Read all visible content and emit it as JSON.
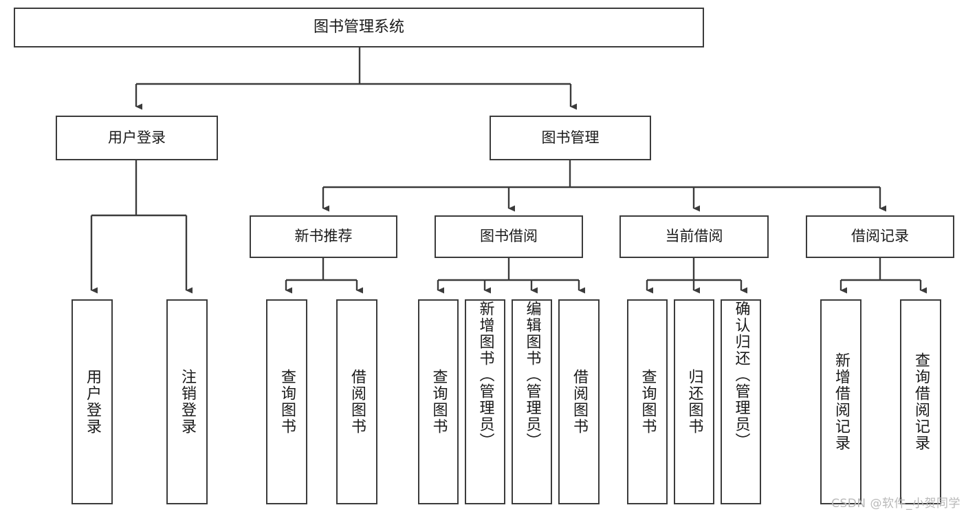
{
  "diagram": {
    "title_node": {
      "label": "图书管理系统"
    },
    "level2": [
      {
        "id": "user-login",
        "label": "用户登录"
      },
      {
        "id": "book-management",
        "label": "图书管理"
      }
    ],
    "level3": [
      {
        "id": "new-book-recommend",
        "label": "新书推荐"
      },
      {
        "id": "book-borrow",
        "label": "图书借阅"
      },
      {
        "id": "current-borrow",
        "label": "当前借阅"
      },
      {
        "id": "borrow-record",
        "label": "借阅记录"
      }
    ],
    "leaves": [
      {
        "id": "leaf-user-login",
        "label": "用户登录",
        "parent": "user-login"
      },
      {
        "id": "leaf-user-logout",
        "label": "注销登录",
        "parent": "user-login"
      },
      {
        "id": "leaf-query-book-1",
        "label": "查询图书",
        "parent": "new-book-recommend"
      },
      {
        "id": "leaf-borrow-book-1",
        "label": "借阅图书",
        "parent": "new-book-recommend"
      },
      {
        "id": "leaf-query-book-2",
        "label": "查询图书",
        "parent": "book-borrow"
      },
      {
        "id": "leaf-add-book",
        "label": "新增图书（管理员）",
        "parent": "book-borrow"
      },
      {
        "id": "leaf-edit-book",
        "label": "编辑图书（管理员）",
        "parent": "book-borrow"
      },
      {
        "id": "leaf-borrow-book-2",
        "label": "借阅图书",
        "parent": "book-borrow"
      },
      {
        "id": "leaf-query-book-3",
        "label": "查询图书",
        "parent": "current-borrow"
      },
      {
        "id": "leaf-return-book",
        "label": "归还图书",
        "parent": "current-borrow"
      },
      {
        "id": "leaf-confirm-return",
        "label": "确认归还（管理员）",
        "parent": "current-borrow"
      },
      {
        "id": "leaf-add-record",
        "label": "新增借阅记录",
        "parent": "borrow-record"
      },
      {
        "id": "leaf-query-record",
        "label": "查询借阅记录",
        "parent": "borrow-record"
      }
    ],
    "colors": {
      "stroke": "#3b3b3b",
      "background": "#ffffff",
      "text": "#1a1a1a",
      "watermark": "#b9b9b9"
    }
  },
  "watermark": {
    "text": "CSDN @软件_小贺同学"
  }
}
